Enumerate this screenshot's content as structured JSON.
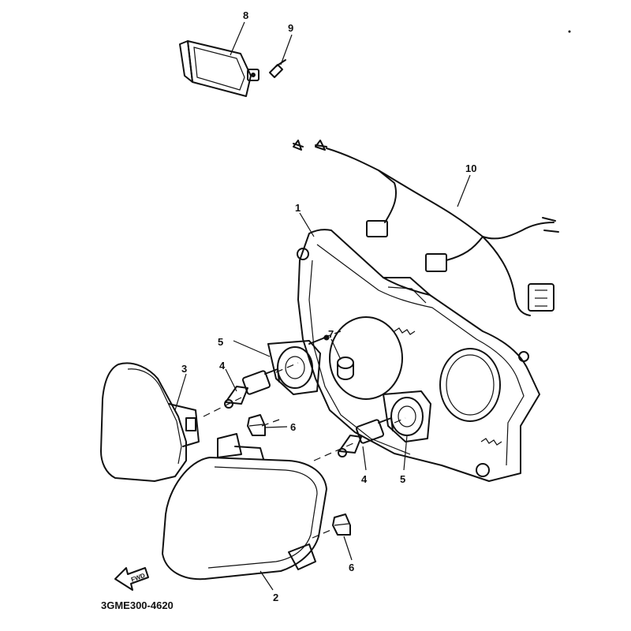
{
  "callouts": [
    {
      "id": "c1",
      "label": "1"
    },
    {
      "id": "c2",
      "label": "2"
    },
    {
      "id": "c3",
      "label": "3"
    },
    {
      "id": "c4a",
      "label": "4"
    },
    {
      "id": "c4b",
      "label": "4"
    },
    {
      "id": "c5a",
      "label": "5"
    },
    {
      "id": "c5b",
      "label": "5"
    },
    {
      "id": "c6a",
      "label": "6"
    },
    {
      "id": "c6b",
      "label": "6"
    },
    {
      "id": "c7",
      "label": "7"
    },
    {
      "id": "c8",
      "label": "8"
    },
    {
      "id": "c9",
      "label": "9"
    },
    {
      "id": "c10",
      "label": "10"
    }
  ],
  "direction_marker": "FWD",
  "diagram_code": "3GME300-4620"
}
